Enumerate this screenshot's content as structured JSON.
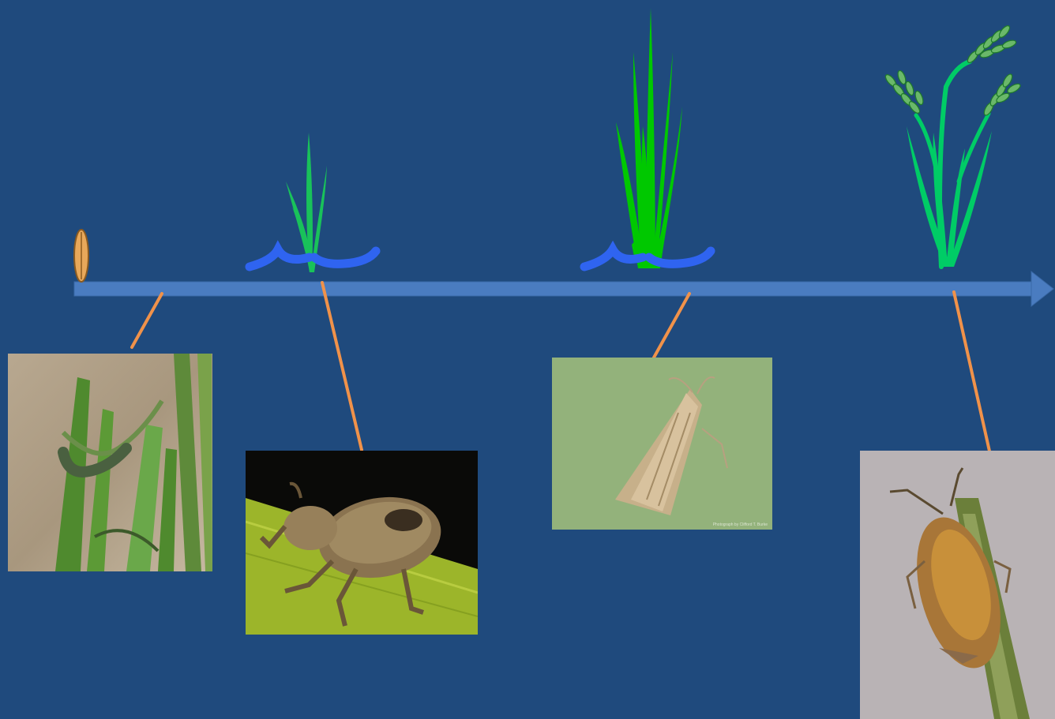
{
  "background_color": "#1f4a7d",
  "timeline": {
    "arrow_color": "#4a7cc0",
    "connector_color": "#f0924a",
    "stages": [
      {
        "name": "seed",
        "icon": "rice-seed-icon"
      },
      {
        "name": "seedling-in-water",
        "icon": "rice-seedling-icon"
      },
      {
        "name": "tillering-in-water",
        "icon": "rice-tillering-icon"
      },
      {
        "name": "heading",
        "icon": "rice-panicle-icon"
      }
    ]
  },
  "pests": [
    {
      "name": "caterpillar-on-rice-leaves",
      "icon": "caterpillar-photo"
    },
    {
      "name": "weevil-on-leaf",
      "icon": "weevil-photo"
    },
    {
      "name": "moth-on-green-background",
      "icon": "moth-photo",
      "credit": "Photograph by Clifford T. Burke"
    },
    {
      "name": "stink-bug-on-stem",
      "icon": "stink-bug-photo"
    }
  ]
}
